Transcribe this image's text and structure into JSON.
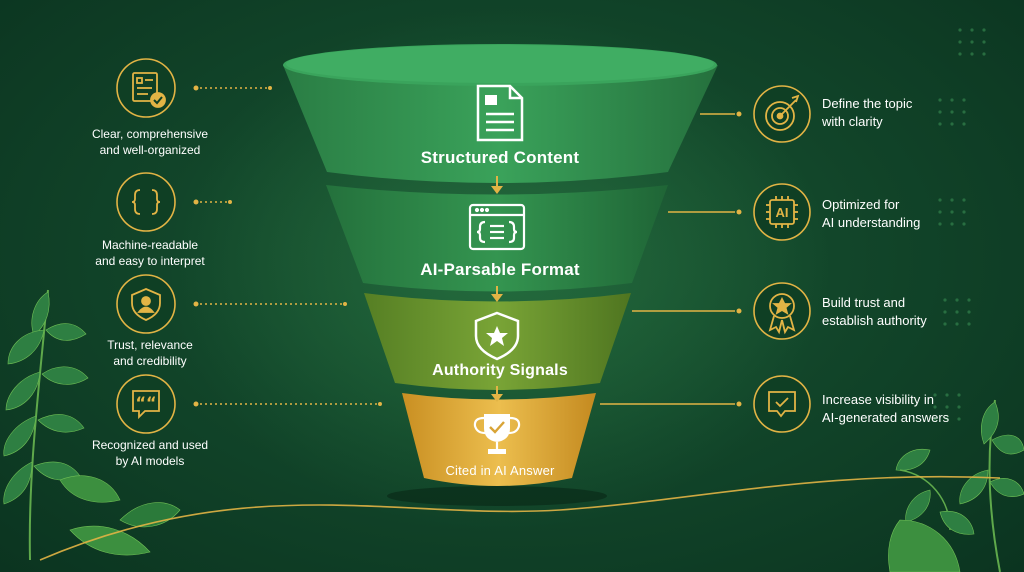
{
  "funnel": {
    "stages": [
      {
        "title": "Structured Content",
        "icon": "document-icon",
        "color": "#3a9a56"
      },
      {
        "title": "AI-Parsable Format",
        "icon": "code-window-icon",
        "color": "#2f8a4a"
      },
      {
        "title": "Authority Signals",
        "icon": "shield-star-icon",
        "color": "#6a9a2e"
      },
      {
        "title": "Cited in AI Answer",
        "icon": "trophy-icon",
        "color": "#e0ac3e"
      }
    ]
  },
  "left_items": [
    {
      "icon": "checklist-document-icon",
      "line1": "Clear, comprehensive",
      "line2": "and well-organized"
    },
    {
      "icon": "curly-braces-icon",
      "line1": "Machine-readable",
      "line2": "and easy to interpret"
    },
    {
      "icon": "shield-user-icon",
      "line1": "Trust, relevance",
      "line2": "and credibility"
    },
    {
      "icon": "quote-bubble-icon",
      "line1": "Recognized and used",
      "line2": "by AI models"
    }
  ],
  "right_items": [
    {
      "icon": "target-icon",
      "line1": "Define the topic",
      "line2": "with clarity"
    },
    {
      "icon": "ai-chip-icon",
      "line1": "Optimized for",
      "line2": "AI understanding",
      "chip_text": "AI"
    },
    {
      "icon": "award-badge-icon",
      "line1": "Build trust and",
      "line2": "establish authority"
    },
    {
      "icon": "check-bubble-icon",
      "line1": "Increase visibility in",
      "line2": "AI-generated answers"
    }
  ],
  "colors": {
    "gold": "#e2b445",
    "bg": "#12462a"
  }
}
